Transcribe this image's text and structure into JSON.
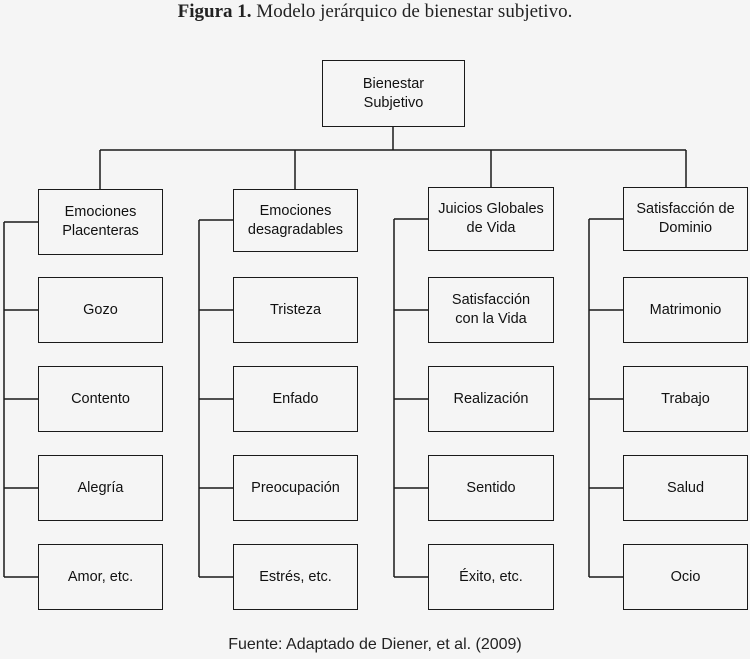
{
  "figure": {
    "label": "Figura 1.",
    "title": "Modelo jerárquico de bienestar subjetivo."
  },
  "root": {
    "label": "Bienestar\nSubjetivo"
  },
  "columns": [
    {
      "header": "Emociones\nPlacenteras",
      "items": [
        "Gozo",
        "Contento",
        "Alegría",
        "Amor, etc."
      ]
    },
    {
      "header": "Emociones\ndesagradables",
      "items": [
        "Tristeza",
        "Enfado",
        "Preocupación",
        "Estrés, etc."
      ]
    },
    {
      "header": "Juicios Globales\nde Vida",
      "items": [
        "Satisfacción\ncon la Vida",
        "Realización",
        "Sentido",
        "Éxito, etc."
      ]
    },
    {
      "header": "Satisfacción de\nDominio",
      "items": [
        "Matrimonio",
        "Trabajo",
        "Salud",
        "Ocio"
      ]
    }
  ],
  "source": "Fuente: Adaptado de Diener, et al. (2009)"
}
